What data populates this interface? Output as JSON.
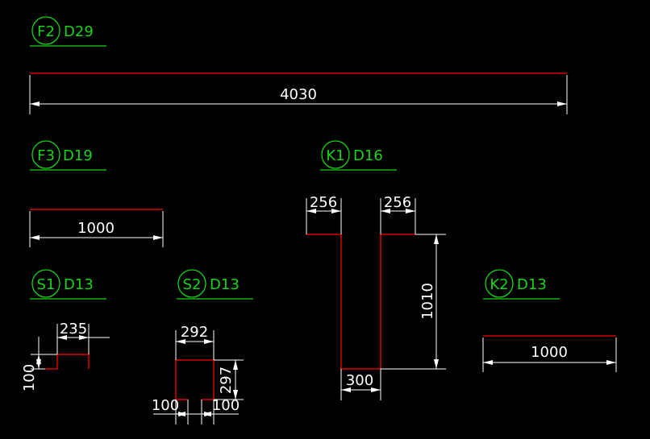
{
  "colors": {
    "background": "#000000",
    "tag": "#19d419",
    "bar": "#d40000",
    "dimension": "#ffffff"
  },
  "bars": [
    {
      "id": "F2",
      "tag": "F2",
      "diameter": "D29",
      "dims": [
        "4030"
      ]
    },
    {
      "id": "F3",
      "tag": "F3",
      "diameter": "D19",
      "dims": [
        "1000"
      ]
    },
    {
      "id": "K1",
      "tag": "K1",
      "diameter": "D16",
      "dims": [
        "256",
        "256",
        "1010",
        "300"
      ]
    },
    {
      "id": "S1",
      "tag": "S1",
      "diameter": "D13",
      "dims": [
        "235",
        "100"
      ]
    },
    {
      "id": "S2",
      "tag": "S2",
      "diameter": "D13",
      "dims": [
        "292",
        "297",
        "100",
        "100"
      ]
    },
    {
      "id": "K2",
      "tag": "K2",
      "diameter": "D13",
      "dims": [
        "1000"
      ]
    }
  ]
}
